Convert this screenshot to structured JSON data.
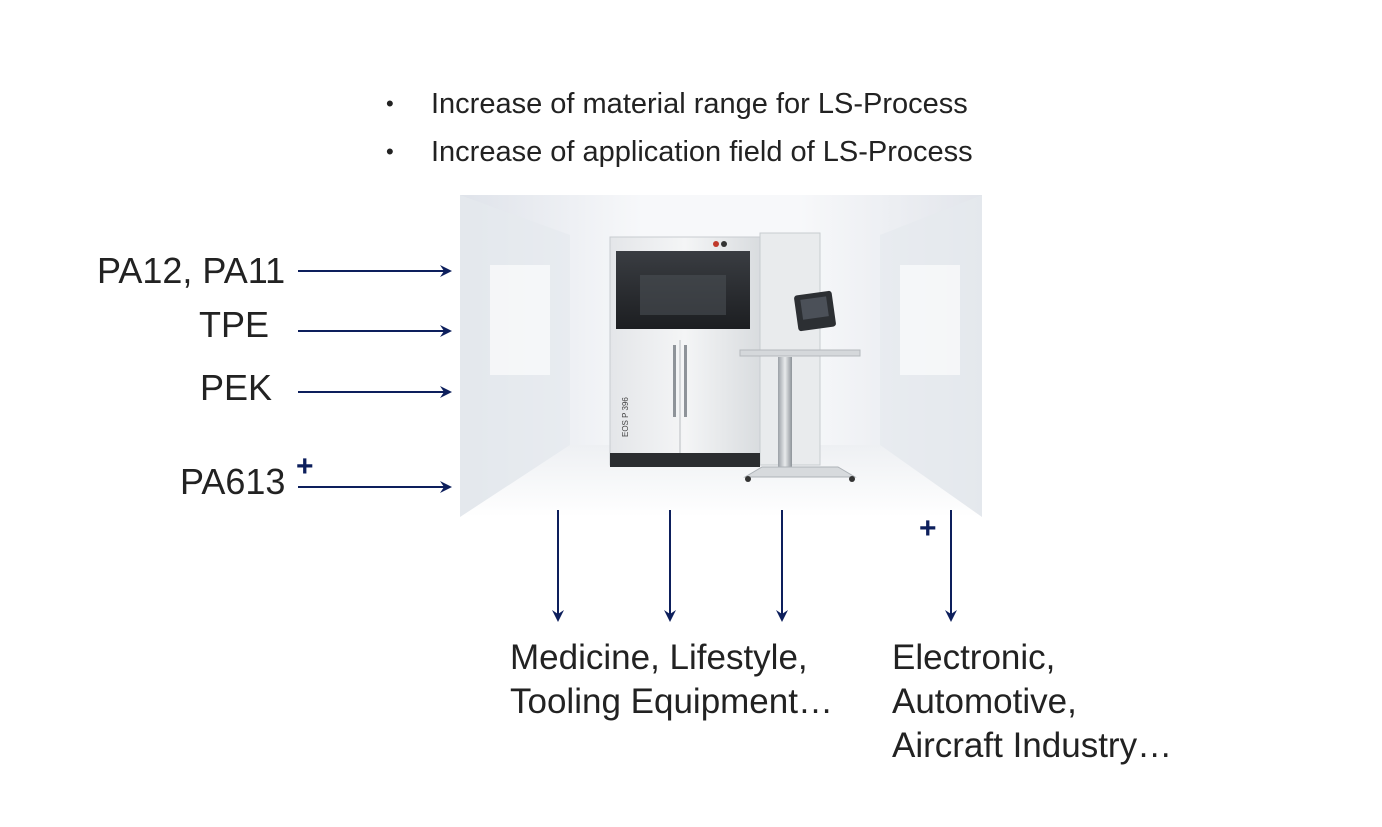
{
  "bullets": [
    "Increase of material range for LS-Process",
    "Increase of application field of LS-Process"
  ],
  "materials": [
    "PA12, PA11",
    "TPE",
    "PEK",
    "PA613"
  ],
  "plus_symbol": "+",
  "machine": {
    "model_label": "EOS P 396"
  },
  "applications_left": [
    "Medicine, Lifestyle,",
    "Tooling Equipment…"
  ],
  "applications_right": [
    "Electronic,",
    "Automotive,",
    "Aircraft Industry…"
  ],
  "colors": {
    "arrow": "#0d1f5c",
    "text": "#222222"
  }
}
